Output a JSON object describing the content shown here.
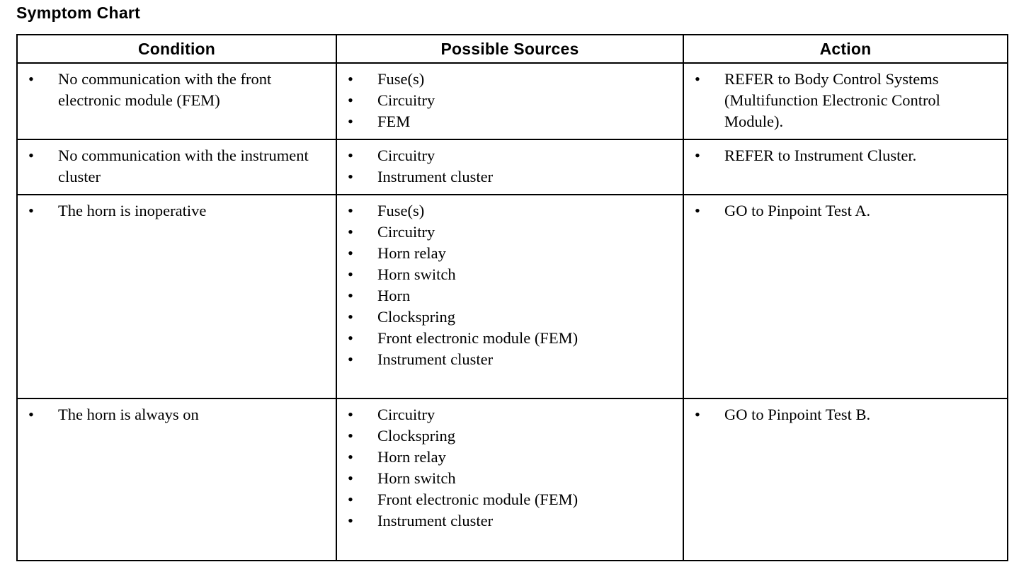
{
  "document": {
    "title": "Symptom Chart",
    "bullet_glyph": "•"
  },
  "table": {
    "headers": {
      "condition": "Condition",
      "possible_sources": "Possible Sources",
      "action": "Action"
    },
    "rows": [
      {
        "condition": [
          "No communication with the front electronic module (FEM)"
        ],
        "possible_sources": [
          "Fuse(s)",
          "Circuitry",
          "FEM"
        ],
        "action": [
          "REFER to Body Control Systems (Multifunction Electronic Control Module)."
        ]
      },
      {
        "condition": [
          "No communication with the instrument cluster"
        ],
        "possible_sources": [
          "Circuitry",
          "Instrument cluster"
        ],
        "action": [
          "REFER to Instrument Cluster."
        ]
      },
      {
        "condition": [
          "The horn is inoperative"
        ],
        "possible_sources": [
          "Fuse(s)",
          "Circuitry",
          "Horn relay",
          "Horn switch",
          "Horn",
          "Clockspring",
          "Front electronic module (FEM)",
          "Instrument cluster"
        ],
        "action": [
          "GO to Pinpoint Test A."
        ]
      },
      {
        "condition": [
          "The horn is always on"
        ],
        "possible_sources": [
          "Circuitry",
          "Clockspring",
          "Horn relay",
          "Horn switch",
          "Front electronic module (FEM)",
          "Instrument cluster"
        ],
        "action": [
          "GO to Pinpoint Test B."
        ]
      }
    ]
  },
  "colors": {
    "text": "#000000",
    "rule": "#000000",
    "background": "#ffffff"
  }
}
